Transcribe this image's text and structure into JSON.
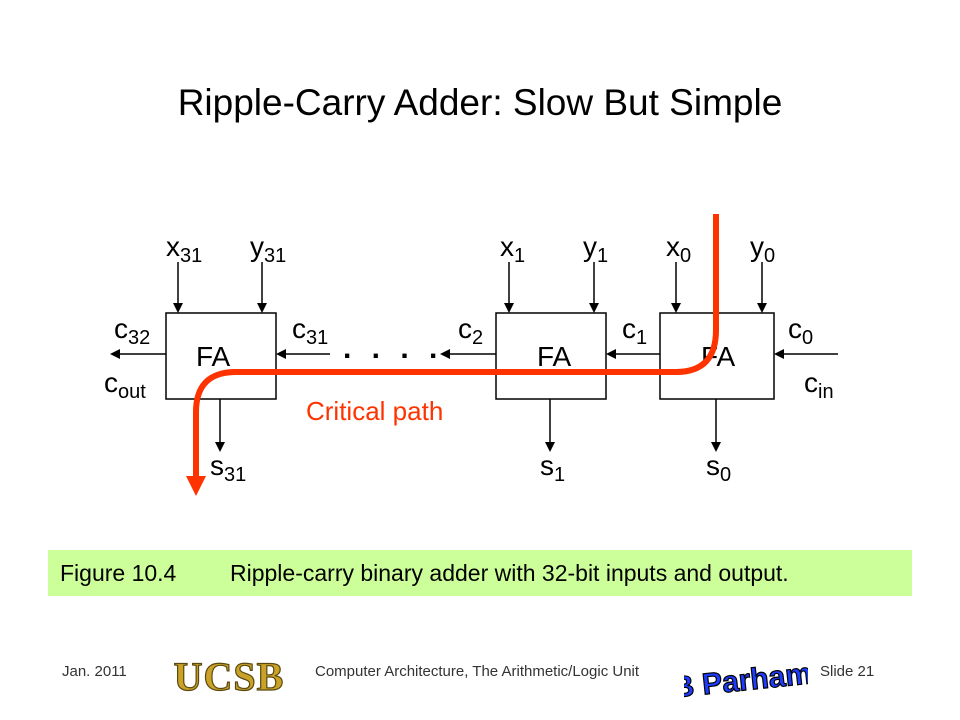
{
  "slide": {
    "title": "Ripple-Carry Adder: Slow But Simple"
  },
  "diagram": {
    "blocks": [
      {
        "label": "FA",
        "inputs": [
          "x31",
          "y31"
        ],
        "carry_in": "c31",
        "carry_out": "c32",
        "sum": "s31"
      },
      {
        "label": "FA",
        "inputs": [
          "x1",
          "y1"
        ],
        "carry_in": "c1",
        "carry_out": "c2",
        "sum": "s1"
      },
      {
        "label": "FA",
        "inputs": [
          "x0",
          "y0"
        ],
        "carry_in": "c0",
        "carry_out": "c1",
        "sum": "s0"
      }
    ],
    "labels": {
      "x31_base": "x",
      "x31_sub": "31",
      "y31_base": "y",
      "y31_sub": "31",
      "x1_base": "x",
      "x1_sub": "1",
      "y1_base": "y",
      "y1_sub": "1",
      "x0_base": "x",
      "x0_sub": "0",
      "y0_base": "y",
      "y0_sub": "0",
      "c32_base": "c",
      "c32_sub": "32",
      "cout_base": "c",
      "cout_sub": "out",
      "c31_base": "c",
      "c31_sub": "31",
      "c2_base": "c",
      "c2_sub": "2",
      "c1_base": "c",
      "c1_sub": "1",
      "c0_base": "c",
      "c0_sub": "0",
      "cin_base": "c",
      "cin_sub": "in",
      "s31_base": "s",
      "s31_sub": "31",
      "s1_base": "s",
      "s1_sub": "1",
      "s0_base": "s",
      "s0_sub": "0",
      "fa": "FA",
      "ellipsis": ". . . ."
    },
    "critical_path_label": "Critical path",
    "colors": {
      "critical_path": "#ff3300",
      "caption_bg": "#ccff99",
      "lines": "#000000"
    }
  },
  "caption": {
    "figure_number": "Figure 10.4",
    "text": "Ripple-carry binary adder with 32-bit inputs and output."
  },
  "footer": {
    "date": "Jan. 2011",
    "course": "Computer Architecture, The Arithmetic/Logic Unit",
    "slide_number": "Slide 21",
    "logo_left": "UCSB",
    "logo_right": "B Parhami"
  }
}
